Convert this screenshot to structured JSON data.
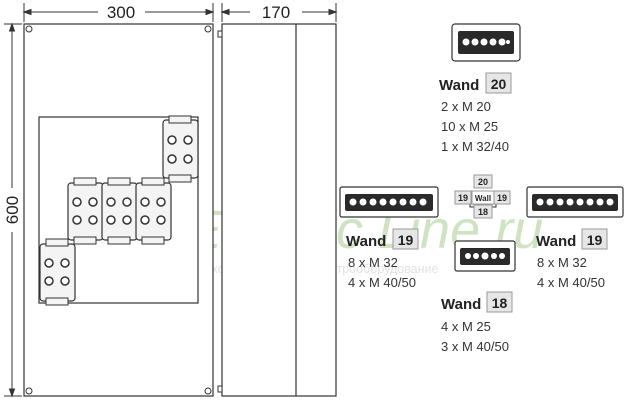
{
  "dimensions": {
    "width_mm": "300",
    "depth_mm": "170",
    "height_mm": "600"
  },
  "watermark": {
    "brand": "Electric Line.ru",
    "tagline": "только качественное электрооборудование"
  },
  "wall_center": {
    "label": "Wall",
    "top": "20",
    "left": "19",
    "right": "19",
    "bottom": "18"
  },
  "walls": [
    {
      "id": "top",
      "title": "Wand",
      "number": "20",
      "entries": [
        "2 x M 20",
        "10 x M 25",
        "1 x M 32/40"
      ]
    },
    {
      "id": "left",
      "title": "Wand",
      "number": "19",
      "entries": [
        "8 x M 32",
        "4 x M 40/50"
      ]
    },
    {
      "id": "right",
      "title": "Wand",
      "number": "19",
      "entries": [
        "8 x M 32",
        "4 x M 40/50"
      ]
    },
    {
      "id": "bottom",
      "title": "Wand",
      "number": "18",
      "entries": [
        "4 x M 25",
        "3 x M 40/50"
      ]
    }
  ],
  "colors": {
    "line": "#333333",
    "badge_fill": "#e6e6e6",
    "watermark": "#cfe3c2",
    "terminal_fill": "#f4f4f4"
  }
}
